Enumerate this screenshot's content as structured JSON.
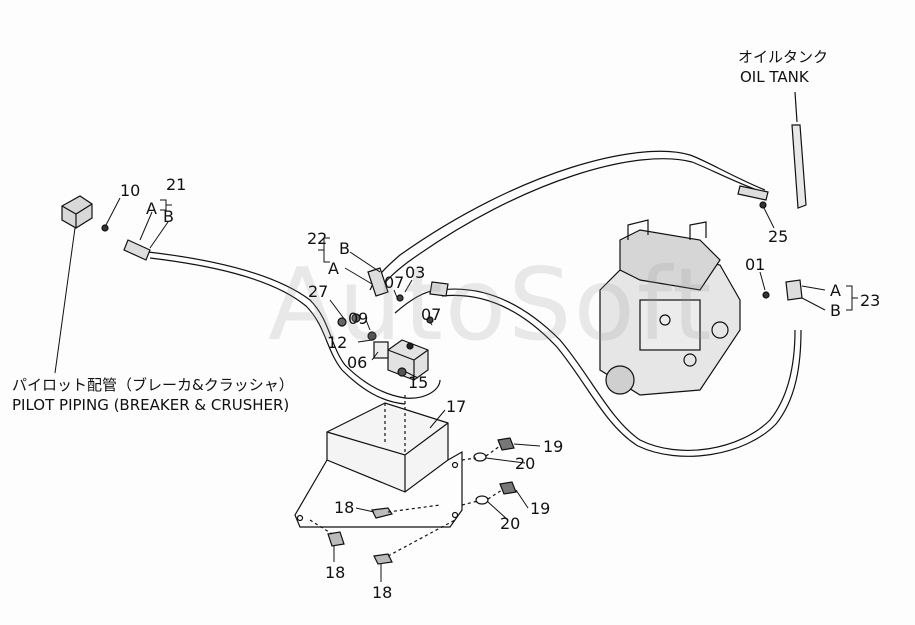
{
  "oil_tank": {
    "label_jp": "オイルタンク",
    "label_en": "OIL TANK"
  },
  "pilot_piping": {
    "label_jp": "パイロット配管（ブレーカ&クラッシャ）",
    "label_en": "PILOT PIPING (BREAKER & CRUSHER)"
  },
  "watermark": "AutoSoft",
  "callouts": {
    "p01": "01",
    "p03": "03",
    "p06": "06",
    "p07a": "07",
    "p07b": "07",
    "p09": "09",
    "p10": "10",
    "p12": "12",
    "p15": "15",
    "p17": "17",
    "p18a": "18",
    "p18b": "18",
    "p18c": "18",
    "p19a": "19",
    "p19b": "19",
    "p20a": "20",
    "p20b": "20",
    "p21": "21",
    "p22": "22",
    "p23": "23",
    "p25": "25",
    "p27": "27",
    "a21": "A",
    "b21": "B",
    "a22": "A",
    "b22": "B",
    "a23": "A",
    "b23": "B"
  }
}
